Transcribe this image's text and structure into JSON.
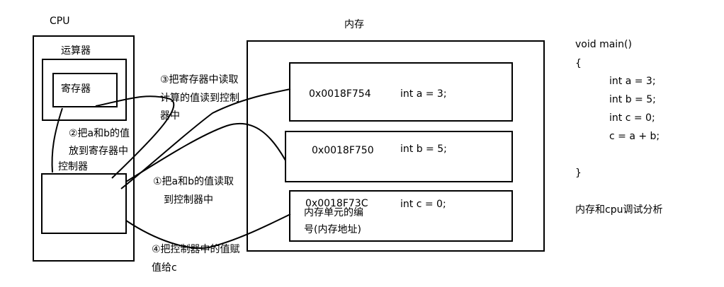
{
  "cpu": {
    "title": "CPU",
    "alu_label": "运算器",
    "register_label": "寄存器",
    "controller_label": "控制器"
  },
  "memory": {
    "title": "内存",
    "cells": [
      {
        "address": "0x0018F754",
        "code": "int a = 3;"
      },
      {
        "address": "0x0018F750",
        "code": "int b = 5;"
      },
      {
        "address": "0x0018F73C",
        "code": "int c = 0;"
      }
    ],
    "address_note_line1": "内存单元的编",
    "address_note_line2": "号(内存地址)"
  },
  "steps": {
    "step1_line1": "①把a和b的值读取",
    "step1_line2": "到控制器中",
    "step2_line1": "②把a和b的值",
    "step2_line2": "放到寄存器中",
    "step3_line1": "③把寄存器中读取",
    "step3_line2": "计算的值读到控制",
    "step3_line3": "器中",
    "step4_line1": "④把控制器中的值赋",
    "step4_line2": "值给c"
  },
  "code": {
    "line1": "void main()",
    "line2": "{",
    "line3": "int a = 3;",
    "line4": "int b = 5;",
    "line5": "int c = 0;",
    "line6": "c = a + b;",
    "line7": "}"
  },
  "caption": "内存和cpu调试分析"
}
